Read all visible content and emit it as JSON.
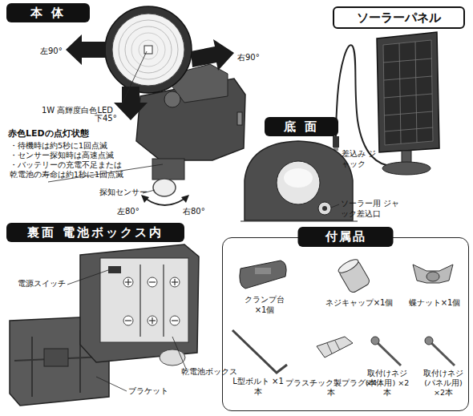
{
  "diagram": {
    "nodes": [
      {
        "text": [
          "本 体"
        ]
      },
      {
        "text": [
          "ソーラーパネル"
        ]
      },
      {
        "text": [
          "底 面"
        ]
      },
      {
        "text": [
          "裏面 電池ボックス内"
        ]
      },
      {
        "text": [
          "付属品"
        ]
      }
    ],
    "labels": [
      "左90°",
      "右90°",
      "下45°",
      "1W 高輝度白色LED",
      "赤色LEDの点灯状態",
      "・待機時は約5秒に1回点滅",
      "・センサー探知時は高速点滅",
      "・バッテリーの充電不足または 乾電池の寿命は約1秒に1回点滅",
      "探知センサー",
      "左80°",
      "右80°",
      "差込み ジャック",
      "ソーラー用 ジャック差込口",
      "電源スイッチ",
      "乾電池ボックス",
      "ブラケット",
      "クランプ台 ×1個",
      "ネジキャップ×1個",
      "蝶ナット×1個",
      "L型ボルト ×1本",
      "プラスチック製プラグ×4本",
      "取付けネジ (本体用) ×2本",
      "取付けネジ (パネル用) ×2本"
    ]
  }
}
